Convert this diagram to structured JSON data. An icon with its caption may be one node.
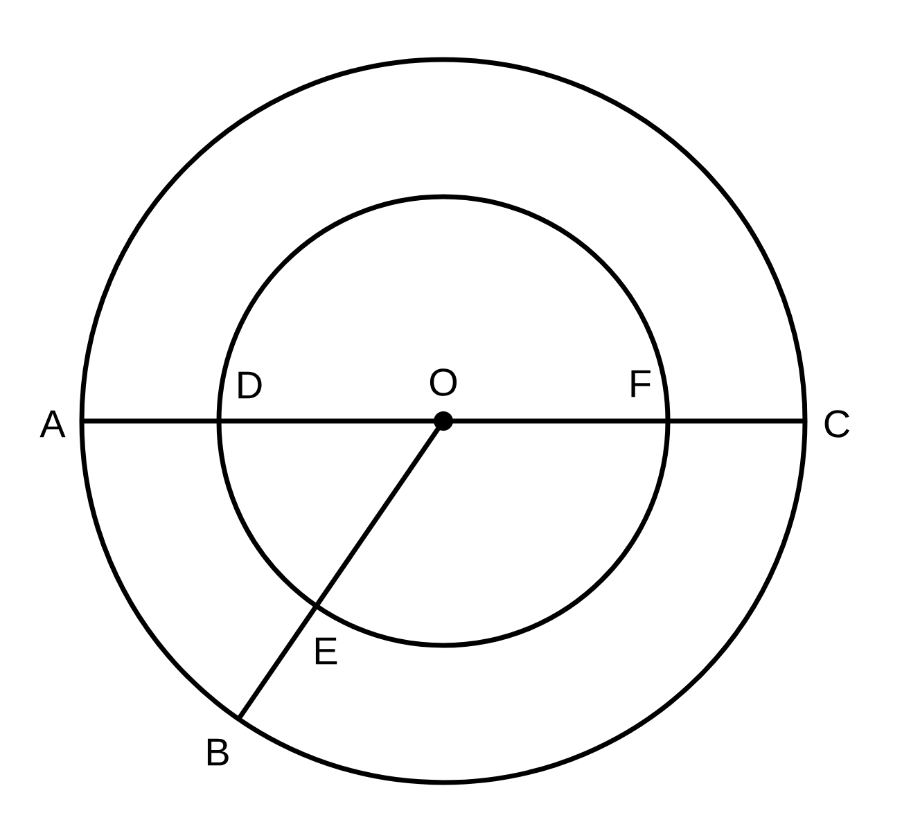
{
  "diagram": {
    "labels": [
      "D",
      "O",
      "F",
      "A",
      "C",
      "E",
      "B"
    ]
  }
}
